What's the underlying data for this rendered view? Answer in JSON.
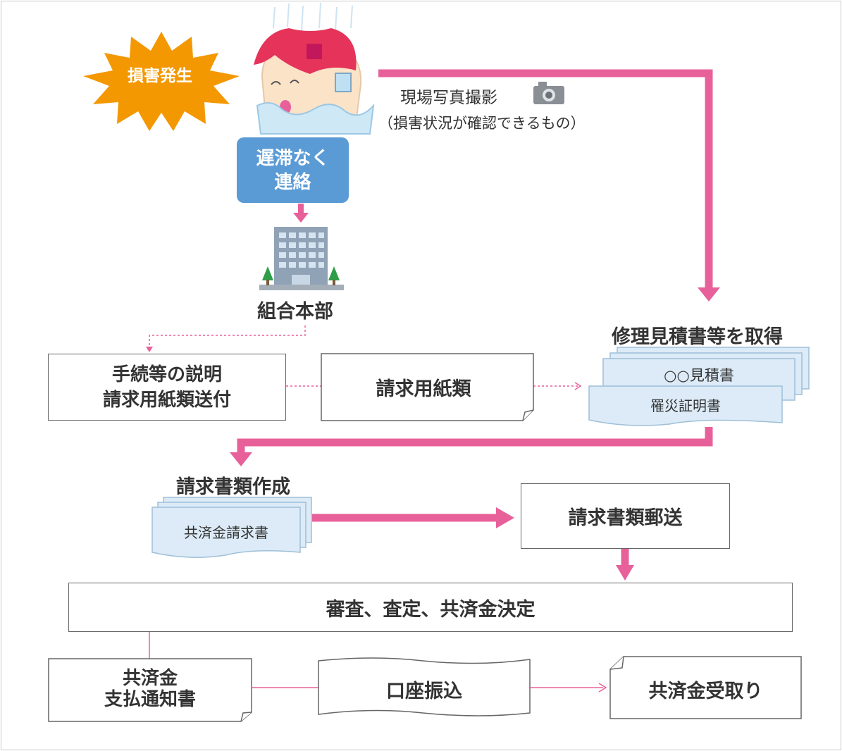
{
  "start": {
    "label": "損害発生"
  },
  "contact": {
    "line1": "遅滞なく",
    "line2": "連絡"
  },
  "photo": {
    "title": "現場写真撮影",
    "note": "（損害状況が確認できるもの）"
  },
  "hq": {
    "label": "組合本部"
  },
  "explain_box": {
    "line1": "手続等の説明",
    "line2": "請求用紙類送付"
  },
  "forms_box": {
    "label": "請求用紙類"
  },
  "estimate": {
    "title": "修理見積書等を取得",
    "doc1": "○○見積書",
    "doc2": "罹災証明書"
  },
  "create": {
    "title": "請求書類作成",
    "doc": "共済金請求書"
  },
  "mail_box": {
    "label": "請求書類郵送"
  },
  "review_box": {
    "label": "審査、査定、共済金決定"
  },
  "notice": {
    "line1": "共済金",
    "line2": "支払通知書"
  },
  "transfer": {
    "label": "口座振込"
  },
  "receive": {
    "label": "共済金受取り"
  },
  "colors": {
    "arrow_pink": "#e8609a",
    "contact_blue": "#5b9bd5",
    "burst_orange": "#f39800",
    "doc_fill": "#dcebf7"
  }
}
